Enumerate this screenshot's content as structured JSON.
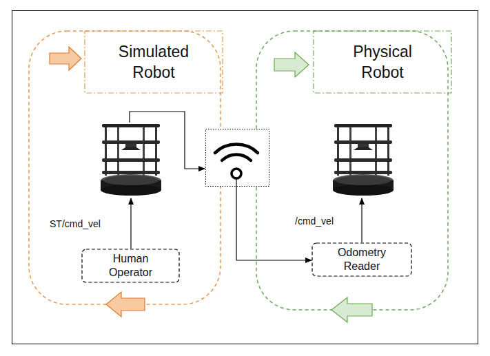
{
  "diagram": {
    "nodes": [
      {
        "text": [
          "Simulated Robot"
        ]
      },
      {
        "text": [
          "Physical Robot"
        ]
      },
      {
        "text": [
          "Human Operator"
        ]
      },
      {
        "text": [
          "Odometry Reader"
        ]
      }
    ],
    "labels": [
      "ST/cmd_vel",
      "/cmd_vel"
    ]
  }
}
